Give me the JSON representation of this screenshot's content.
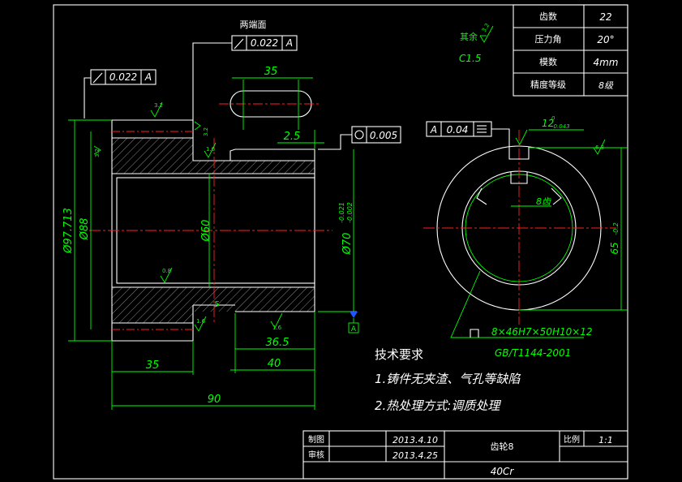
{
  "params": [
    {
      "label": "齿数",
      "value": "22"
    },
    {
      "label": "压力角",
      "value": "20°"
    },
    {
      "label": "模数",
      "value": "4mm"
    },
    {
      "label": "精度等级",
      "value": "8级"
    }
  ],
  "notes": {
    "remaining": "其余",
    "remaining_rough": "3.2",
    "chamfer": "C1.5",
    "tech_title": "技术要求",
    "tech_1": "1.铸件无夹渣、气孔等缺陷",
    "tech_2": "2.热处理方式:调质处理"
  },
  "dims": {
    "both_faces": "两端面",
    "tol_runout_top": "0.022",
    "tol_runout_top_datum": "A",
    "tol_runout_left": "0.022",
    "tol_runout_left_datum": "A",
    "slot_len": "35",
    "d_2_5": "2.5",
    "tol_cyl": "0.005",
    "d_97": "Ø97.713",
    "d_88": "Ø88",
    "d_60": "Ø60",
    "d_70": "Ø70",
    "d_70_tol_up": "-0.021",
    "d_70_tol_dn": "-0.002",
    "r_32a": "3.2",
    "r_32b": "3.2",
    "r_32c": "3.2",
    "r_16a": "1.6",
    "r_16b": "1.6",
    "r_16c": "1.6",
    "r_08": "0.8",
    "d_5": "5",
    "d_36_5": "36.5",
    "d_40": "40",
    "d_35": "35",
    "d_90": "90",
    "datum_a": "A",
    "sym_tol_datum": "A",
    "sym_tol_val": "0.04",
    "key_w": "12",
    "key_tol_up": "0",
    "key_tol_dn": "-0.043",
    "r_63": "6.3",
    "d_8_teeth": "8齿",
    "d_65": "65",
    "d_65_tol": "-0.2",
    "spline": "8×46H7×50H10×12",
    "spline_std": "GB/T1144-2001"
  },
  "title_block": {
    "drawn_label": "制图",
    "drawn_date": "2013.4.10",
    "checked_label": "审核",
    "checked_date": "2013.4.25",
    "part_name": "齿轮8",
    "scale_label": "比例",
    "scale_value": "1:1",
    "material": "40Cr"
  },
  "colors": {
    "bg": "#000000",
    "line": "#ffffff",
    "dim": "#00ff00",
    "center": "#ff2020",
    "datum": "#2255ff"
  }
}
